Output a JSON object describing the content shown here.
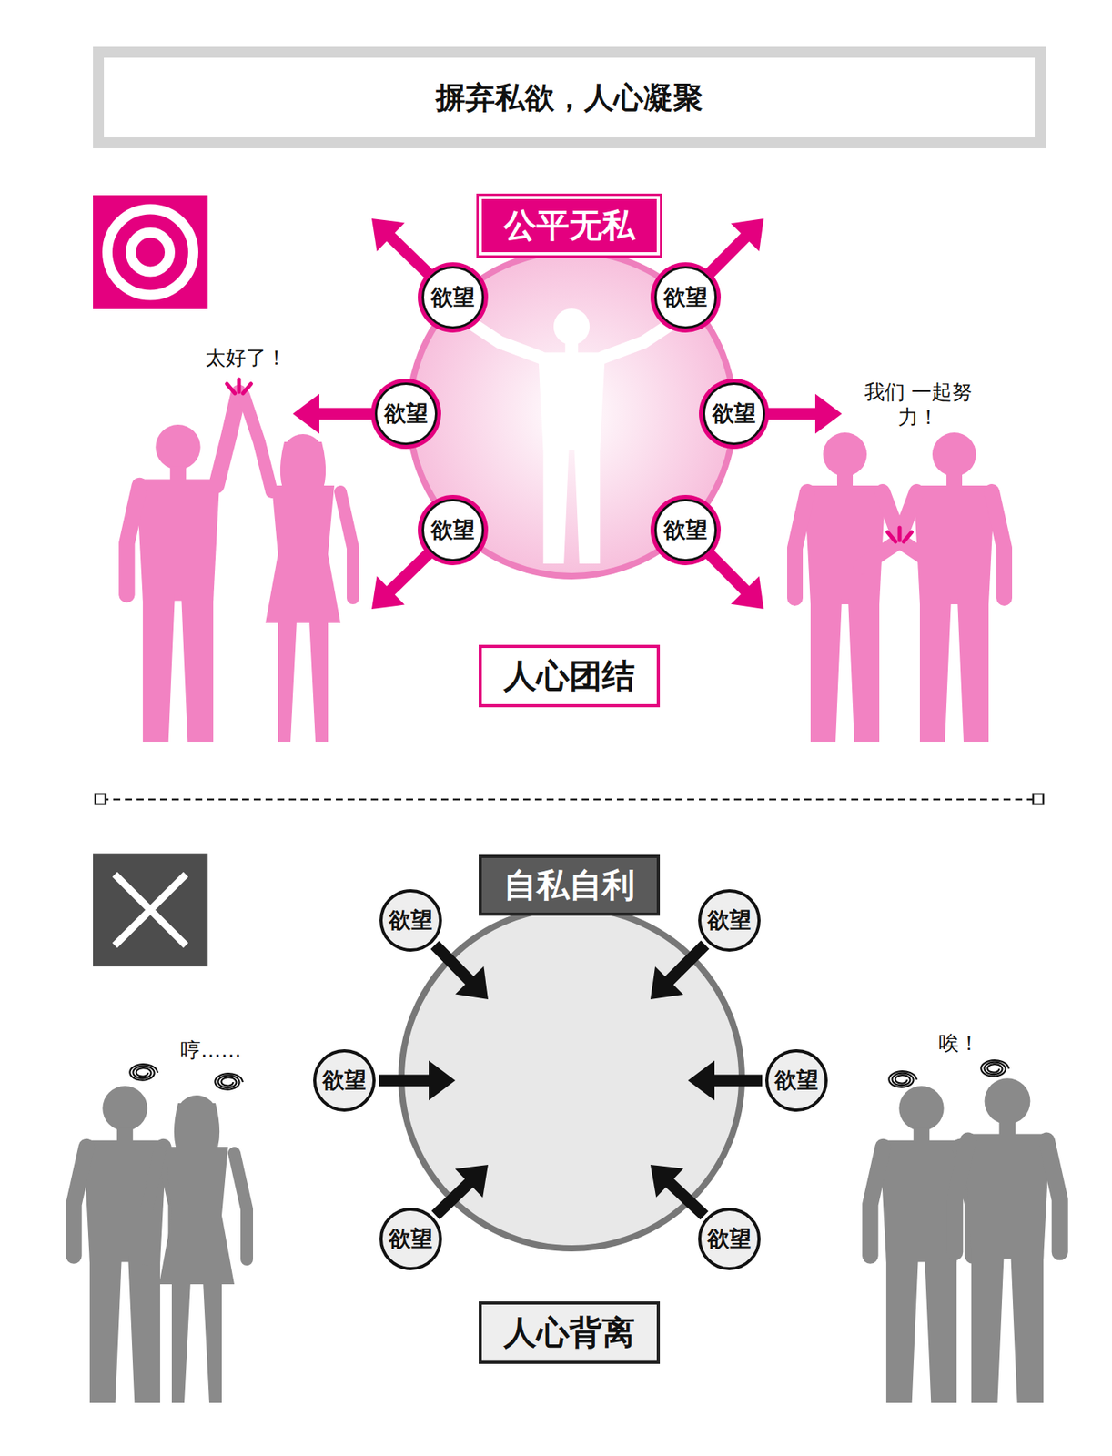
{
  "diagram": {
    "title": "摒弃私欲，人心凝聚",
    "nodes": [
      {
        "text": [
          "公平无私"
        ]
      },
      {
        "text": [
          "欲望"
        ]
      },
      {
        "text": [
          "欲望"
        ]
      },
      {
        "text": [
          "欲望"
        ]
      },
      {
        "text": [
          "欲望"
        ]
      },
      {
        "text": [
          "欲望"
        ]
      },
      {
        "text": [
          "欲望"
        ]
      },
      {
        "text": [
          "人心团结"
        ]
      },
      {
        "text": [
          "自私自利"
        ]
      },
      {
        "text": [
          "欲望"
        ]
      },
      {
        "text": [
          "欲望"
        ]
      },
      {
        "text": [
          "欲望"
        ]
      },
      {
        "text": [
          "欲望"
        ]
      },
      {
        "text": [
          "欲望"
        ]
      },
      {
        "text": [
          "欲望"
        ]
      },
      {
        "text": [
          "人心背离"
        ]
      }
    ],
    "labels": [
      "太好了！",
      "我们 一起努力！",
      "哼……",
      "唉！"
    ]
  }
}
